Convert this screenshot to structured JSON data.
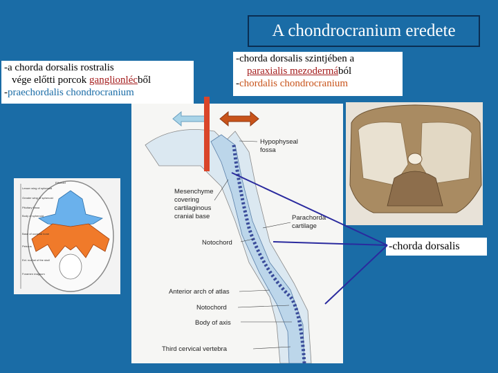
{
  "title": "A chondrocranium eredete",
  "left_box": {
    "line1": "-a chorda dorsalis rostralis",
    "line2_a": "vége előtti porcok ",
    "line2_b": "ganglionléc",
    "line2_c": "ből",
    "line3_a": "-",
    "line3_b": "praechordalis chondrocranium"
  },
  "mid_box": {
    "line1": "-chorda dorsalis szintjében a",
    "line2_a": "paraxialis mezoderm",
    "line2_b": "á",
    "line2_c": "ból",
    "line3_a": "-",
    "line3_b": "chordalis chondrocranium"
  },
  "right_box": {
    "text": "-chorda dorsalis"
  },
  "sagittal_labels": {
    "hypophyseal": [
      "Hypophyseal",
      "fossa"
    ],
    "mesenchyme": [
      "Mesenchyme",
      "covering",
      "cartilaginous",
      "cranial base"
    ],
    "parachordal": [
      "Parachorda",
      "cartilage"
    ],
    "notochord_upper": "Notochord",
    "anterior_arch": "Anterior arch of atlas",
    "notochord_lower": "Notochord",
    "body_axis": "Body of axis",
    "third_cervical": "Third cervical vertebra"
  },
  "skull_labels": [
    "Ethmoid",
    "Lesser wing of sphenoid",
    "Greater wing of sphenoid",
    "Pituitary fossa",
    "Body of sphenoid",
    "Base of occipital bone",
    "Petrous",
    "Ext. nuchal of the skull",
    "Foramen magnum"
  ],
  "colors": {
    "background": "#1a6ca6",
    "title_border": "#0a2d52",
    "underline_red": "#a31a1a",
    "praechordal_text": "#1a6ca6",
    "chordal_text": "#c8531a",
    "arrow_light": "#a9d4e8",
    "arrow_orange": "#c8531a",
    "red_bar": "#d9452a",
    "pointer_lines": "#2a2a9e",
    "notochord": "#3a4c9a",
    "cartilage_blue": "#bcd6ea"
  }
}
